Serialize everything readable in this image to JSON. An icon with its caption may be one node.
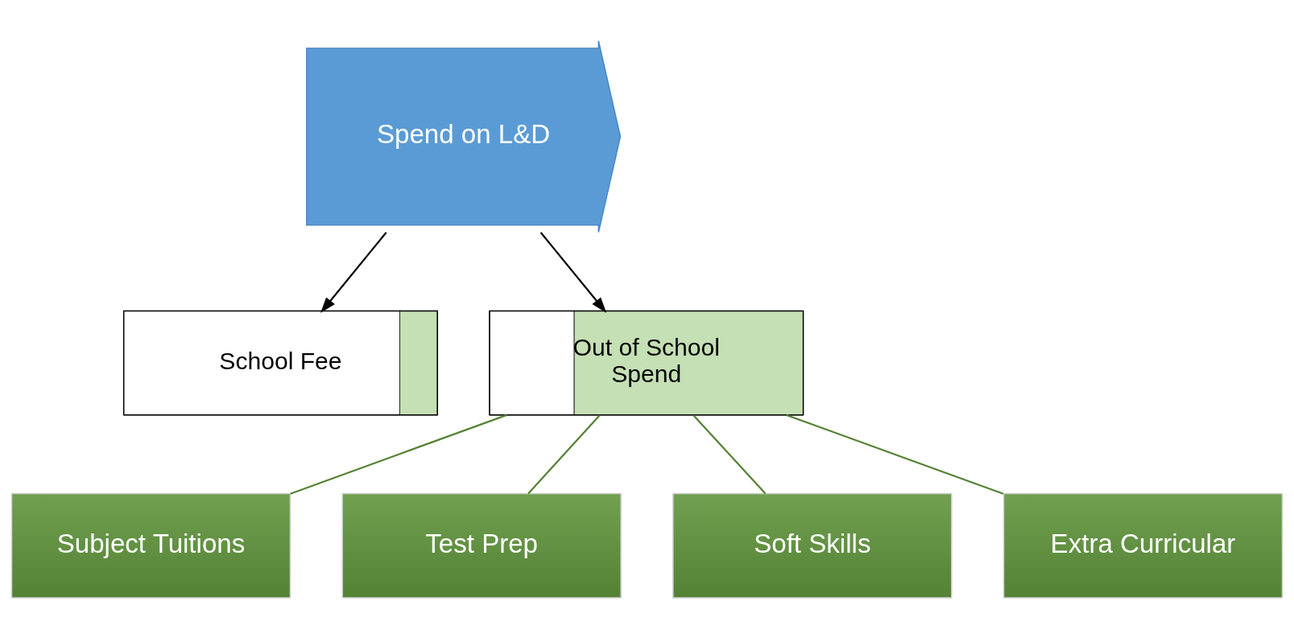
{
  "diagram": {
    "nodes": [
      {
        "text": [
          "Spend on L&D"
        ]
      },
      {
        "text": [
          "School Fee"
        ]
      },
      {
        "text": [
          "Out of School Spend"
        ]
      },
      {
        "text": [
          "Subject Tuitions"
        ]
      },
      {
        "text": [
          "Test Prep"
        ]
      },
      {
        "text": [
          "Soft Skills"
        ]
      },
      {
        "text": [
          "Extra Curricular"
        ]
      }
    ],
    "edges": [
      {
        "from": 0,
        "to": 1,
        "arrow": "to",
        "color": "#000000"
      },
      {
        "from": 0,
        "to": 2,
        "arrow": "to",
        "color": "#000000"
      },
      {
        "from": 2,
        "to": 3,
        "arrow": "none"
      },
      {
        "from": 2,
        "to": 4,
        "arrow": "none"
      },
      {
        "from": 2,
        "to": 5,
        "arrow": "none"
      },
      {
        "from": 2,
        "to": 6,
        "arrow": "none"
      }
    ]
  }
}
